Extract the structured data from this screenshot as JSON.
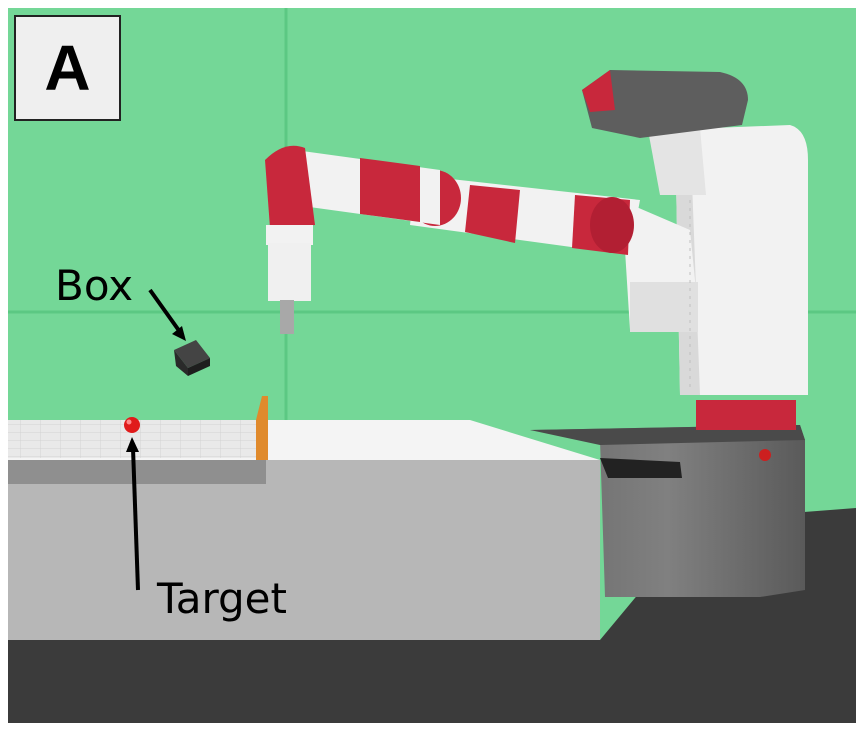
{
  "figure": {
    "panel_label": "A",
    "annotations": {
      "box": "Box",
      "target": "Target"
    },
    "colors": {
      "background_wall": "#74d797",
      "floor": "#3b3b3b",
      "table_top": "#f4f4f4",
      "table_side": "#b5b5b5",
      "robot_red": "#c8283c",
      "robot_white": "#f2f2f2",
      "robot_gray": "#5e5e5e",
      "target_red": "#e01b1b",
      "box_black": "#2a2a2a",
      "barrier_orange": "#e08a2c"
    },
    "icons": [
      "robot-arm",
      "box-object",
      "target-marker"
    ]
  }
}
